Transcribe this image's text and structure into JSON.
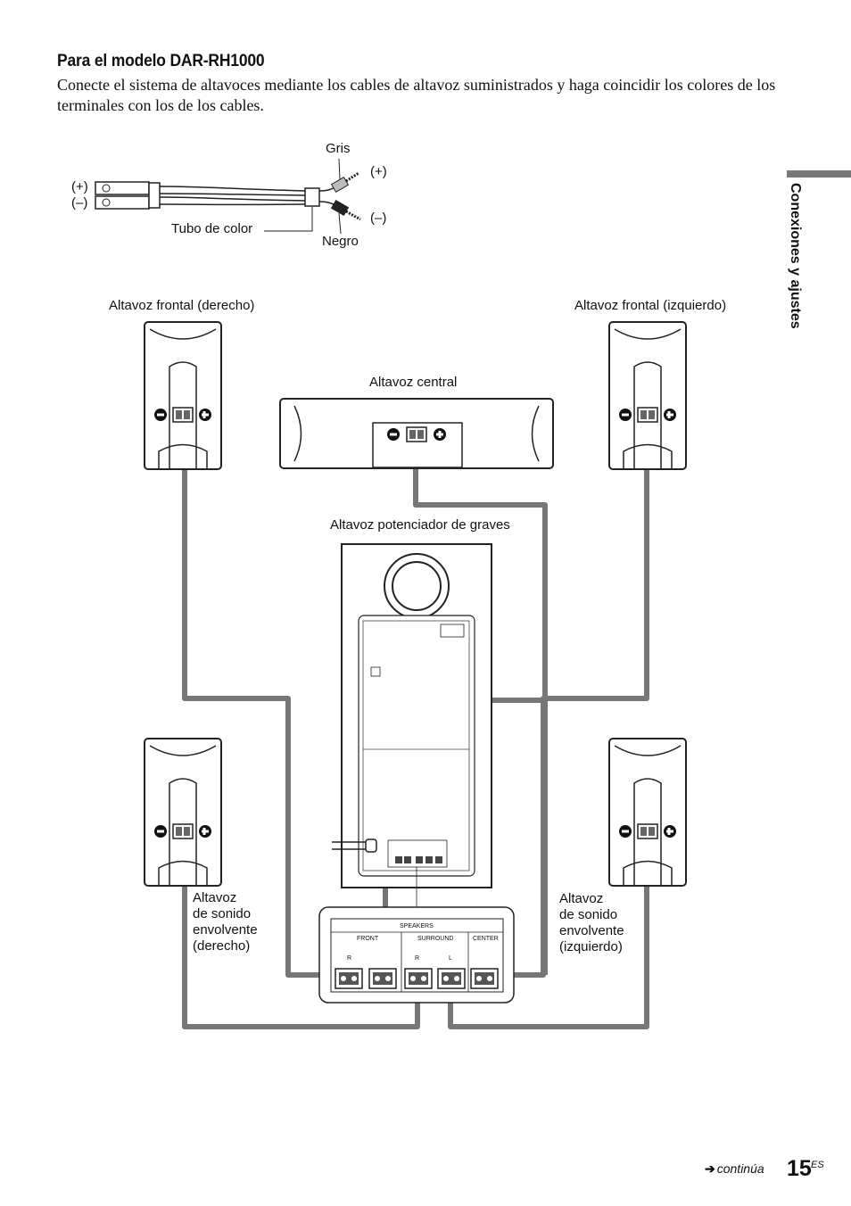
{
  "heading": "Para el modelo DAR-RH1000",
  "intro": "Conecte el sistema de altavoces mediante los cables de altavoz suministrados y haga coincidir los colores de los terminales con los de los cables.",
  "side_tab_label": "Conexiones y ajustes",
  "cable_diagram": {
    "plus_left": "(+)",
    "minus_left": "(–)",
    "gris": "Gris",
    "plus_right": "(+)",
    "minus_right": "(–)",
    "tubo": "Tubo de color",
    "negro": "Negro"
  },
  "speakers": {
    "front_right": "Altavoz frontal (derecho)",
    "front_left": "Altavoz frontal (izquierdo)",
    "center": "Altavoz central",
    "subwoofer": "Altavoz potenciador de graves",
    "surround_right": "Altavoz\nde sonido\nenvolvente\n(derecho)",
    "surround_left": "Altavoz\nde sonido\nenvolvente\n(izquierdo)"
  },
  "terminal_panel": {
    "speakers": "SPEAKERS",
    "front": "FRONT",
    "surround": "SURROUND",
    "center": "CENTER",
    "r1": "R",
    "r2": "R",
    "l": "L"
  },
  "footer": {
    "continua": "continúa",
    "page": "15",
    "suffix": "ES"
  }
}
